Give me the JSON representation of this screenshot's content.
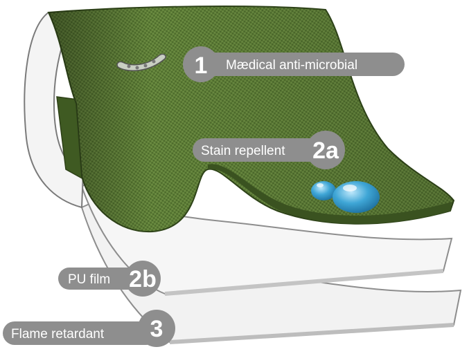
{
  "colors": {
    "fabric_green": "#5f7f38",
    "fabric_dark": "#3f5a22",
    "layer_white": "#f4f4f4",
    "layer_edge": "#cfcfcf",
    "label_pill": "#8e8e8e",
    "label_text": "#ffffff",
    "droplet": "#3fa6d6"
  },
  "labels": {
    "antimicrobial": {
      "number": "1",
      "text": "Mædical anti-microbial"
    },
    "stain": {
      "number": "2a",
      "text": "Stain repellent"
    },
    "pu_film": {
      "number": "2b",
      "text": "PU film"
    },
    "flame": {
      "number": "3",
      "text": "Flame retardant"
    }
  },
  "icons": [
    "bacteria-icon",
    "water-droplet-icon"
  ]
}
